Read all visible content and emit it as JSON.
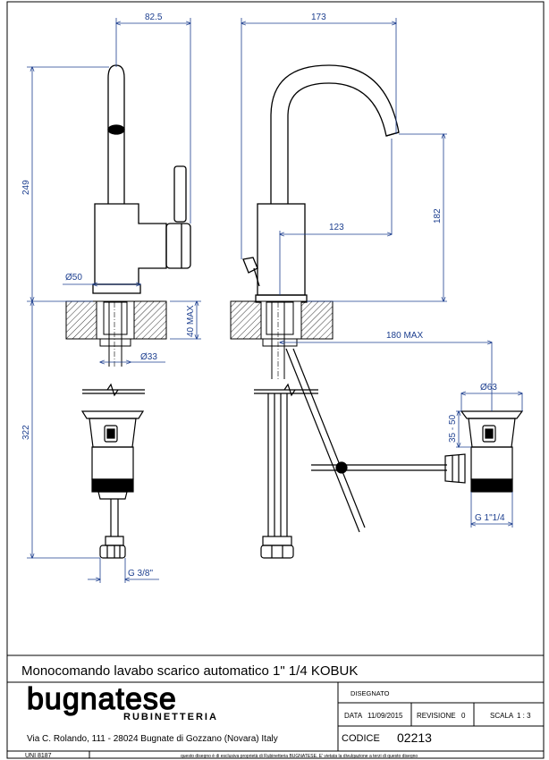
{
  "colors": {
    "line": "#000000",
    "dimension": "#1d3f8f",
    "hatch": "#000000",
    "background": "#ffffff"
  },
  "dimensions": {
    "d_82_5": "82.5",
    "d_173": "173",
    "d_249": "249",
    "d_182": "182",
    "d_123": "123",
    "d_phi50": "Ø50",
    "d_40max": "40 MAX",
    "d_phi33": "Ø33",
    "d_180max": "180 MAX",
    "d_phi63": "Ø63",
    "d_35_50": "35 - 50",
    "d_322": "322",
    "d_g1_1_4": "G 1\"1/4",
    "d_g3_8": "G 3/8\""
  },
  "title_block": {
    "title": "Monocomando lavabo scarico automatico 1\" 1/4 KOBUK",
    "brand": "bugnatese",
    "brand_sub": "RUBINETTERIA",
    "address": "Via C. Rolando, 111 - 28024 Bugnate di Gozzano (Novara) Italy",
    "disegnato_label": "DISEGNATO",
    "data_label": "DATA",
    "data_value": "11/09/2015",
    "revisione_label": "REVISIONE",
    "revisione_value": "0",
    "scala_label": "SCALA",
    "scala_value": "1 : 3",
    "codice_label": "CODICE",
    "codice_value": "02213",
    "uni": "UNI 8187",
    "footer_note": "questo disegno è di esclusiva proprietà di Rubinetteria BUGNATESE. E' vietata la divulgazione a terzi di questo disegno"
  }
}
